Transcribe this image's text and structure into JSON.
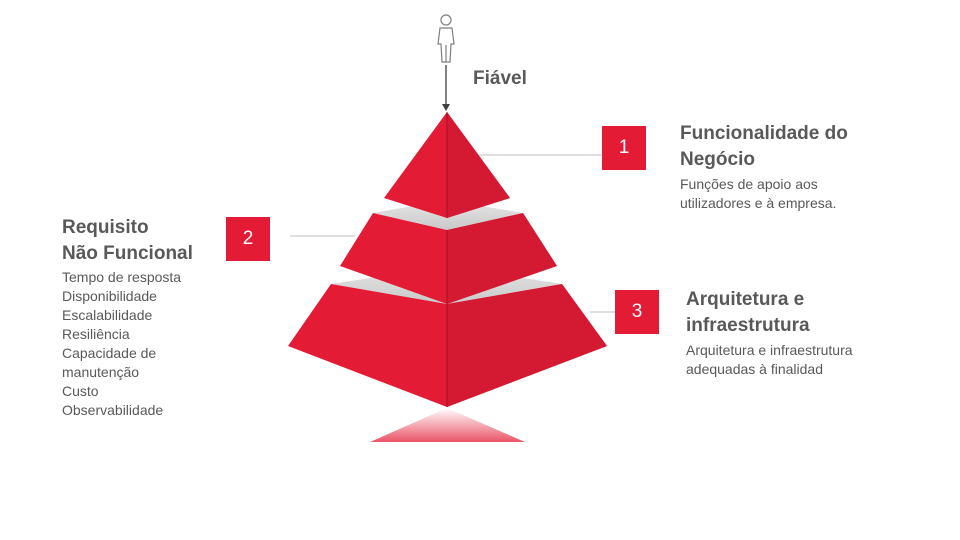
{
  "colors": {
    "accent": "#e31b35",
    "accent_dark": "#b5142a",
    "text": "#595959",
    "connector": "#bfbfbf",
    "band": "#d9d9d9"
  },
  "top": {
    "icon": "person-icon",
    "label": "Fiável"
  },
  "items": [
    {
      "number": "1",
      "title_lines": [
        "Funcionalidade do",
        "Negócio"
      ],
      "description_lines": [
        "Funções de apoio aos",
        "utilizadores e à empresa."
      ]
    },
    {
      "number": "2",
      "title_lines": [
        "Requisito",
        "Não Funcional"
      ],
      "description_lines": [
        "Tempo de resposta",
        "Disponibilidade",
        "Escalabilidade",
        "Resiliência",
        "Capacidade de",
        "manutenção",
        "Custo",
        "Observabilidade"
      ]
    },
    {
      "number": "3",
      "title_lines": [
        "Arquitetura e",
        "infraestrutura"
      ],
      "description_lines": [
        "Arquitetura e infraestrutura",
        "adequadas à finalidad"
      ]
    }
  ]
}
